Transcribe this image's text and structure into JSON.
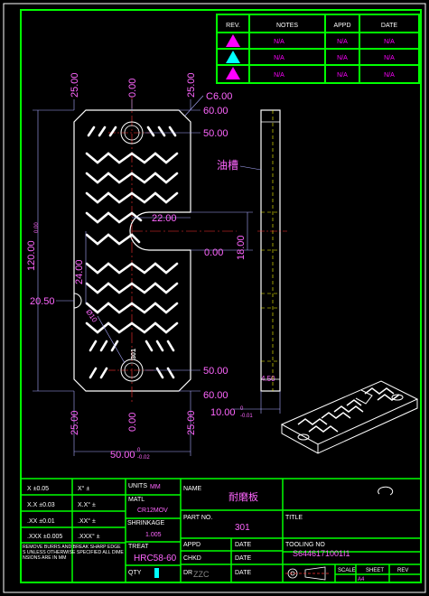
{
  "revision_table": {
    "headers": [
      "REV.",
      "NOTES",
      "APPD",
      "DATE"
    ],
    "rows": [
      {
        "color": "#ff00ff",
        "notes": "N/A",
        "appd": "N/A",
        "date": "N/A"
      },
      {
        "color": "#00ffff",
        "notes": "N/A",
        "appd": "N/A",
        "date": "N/A"
      },
      {
        "color": "#ff00ff",
        "notes": "N/A",
        "appd": "N/A",
        "date": "N/A"
      }
    ]
  },
  "dimensions": {
    "top_25_left": "25.00",
    "top_000": "0.00",
    "top_25_right": "25.00",
    "chamfer": "C6.00",
    "y60_top": "60.00",
    "y50_top": "50.00",
    "slot_width": "22.00",
    "slot_center": "0.00",
    "slot_height": "18.00",
    "height_total": "120.00",
    "height_total_tol": "0.00",
    "y24": "24.00",
    "x2050": "20.50",
    "dia": "Ø10",
    "y50_bottom": "50.00",
    "y60_bottom": "60.00",
    "bottom_25_left": "25.00",
    "bottom_000": "0.00",
    "bottom_25_right": "25.00",
    "width_total": "50.00",
    "width_tol_upper": "0",
    "width_tol_lower": "-0.02",
    "thickness": "10.00",
    "thickness_tol_upper": "0",
    "thickness_tol_lower": "-0.01",
    "side_small": "4.50",
    "oil_groove": "油槽"
  },
  "title_block": {
    "tol_labels": [
      "X ±0.05",
      "X.X ±0.03",
      ".XX ±0.01",
      ".XXX ±0.005"
    ],
    "angle_labels": [
      "X° ±",
      "X.X° ±",
      ".XX° ±",
      ".XXX° ±"
    ],
    "notes_text": "REMOVE BURRS AND BREAK SHARP EDGES UNLESS OTHERWISE SPECIFIED ALL DIMENSIONS ARE IN MM",
    "units_label": "UNITS",
    "units_value": "MM",
    "matl_label": "MATL",
    "matl_value": "CR12MOV",
    "shrinkage_label": "SHRINKAGE",
    "shrinkage_value": "1.005",
    "treat_label": "TREAT",
    "treat_value": "HRC58-60",
    "qty_label": "QTY",
    "name_label": "NAME",
    "name_value": "耐磨板",
    "partno_label": "PART NO.",
    "partno_value": "301",
    "appd_label": "APPD",
    "chkd_label": "CHKD",
    "dr_label": "DR",
    "dr_value": "ZZC",
    "date_label": "DATE",
    "title_label": "TITLE",
    "tooling_label": "TOOLING NO",
    "tooling_value": "S6446171001I1",
    "scale_label": "SCALE",
    "sheet_label": "SHEET",
    "rev_label": "REV",
    "sheet_size": "A4"
  }
}
